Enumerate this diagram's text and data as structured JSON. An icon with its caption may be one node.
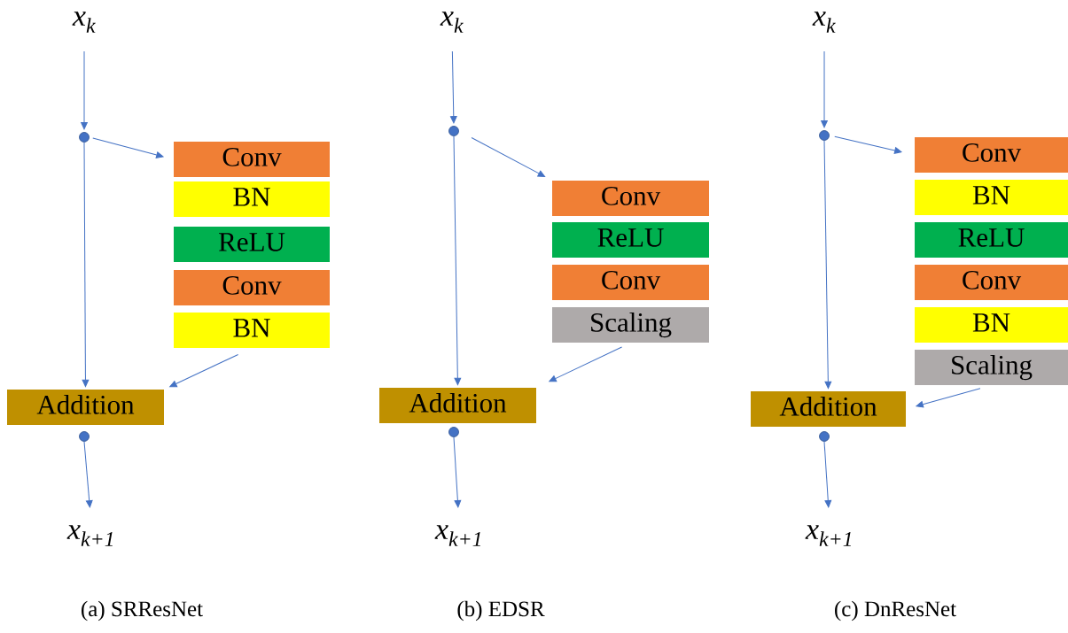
{
  "diagram": {
    "nodes": [
      {
        "text": [
          "x$_{k}$"
        ]
      },
      {
        "text": [],
        "shape": "circle"
      },
      {
        "text": [
          "Conv"
        ]
      },
      {
        "text": [
          "BN"
        ]
      },
      {
        "text": [
          "ReLU"
        ]
      },
      {
        "text": [
          "Conv"
        ]
      },
      {
        "text": [
          "BN"
        ]
      },
      {
        "text": [
          "Addition"
        ]
      },
      {
        "text": [],
        "shape": "circle"
      },
      {
        "text": [
          "x$_{k+1}$"
        ]
      },
      {
        "text": [
          "x$_{k}$"
        ]
      },
      {
        "text": [],
        "shape": "circle"
      },
      {
        "text": [
          "Conv"
        ]
      },
      {
        "text": [
          "ReLU"
        ]
      },
      {
        "text": [
          "Conv"
        ]
      },
      {
        "text": [
          "Scaling"
        ]
      },
      {
        "text": [
          "Addition"
        ]
      },
      {
        "text": [],
        "shape": "circle"
      },
      {
        "text": [
          "x$_{k+1}$"
        ]
      },
      {
        "text": [
          "x$_{k}$"
        ]
      },
      {
        "text": [],
        "shape": "circle"
      },
      {
        "text": [
          "Conv"
        ]
      },
      {
        "text": [
          "BN"
        ]
      },
      {
        "text": [
          "ReLU"
        ]
      },
      {
        "text": [
          "Conv"
        ]
      },
      {
        "text": [
          "BN"
        ]
      },
      {
        "text": [
          "Scaling"
        ]
      },
      {
        "text": [
          "Addition"
        ]
      },
      {
        "text": [],
        "shape": "circle"
      },
      {
        "text": [
          "x$_{k+1}$"
        ]
      }
    ],
    "edges": [
      {
        "from": 0,
        "to": 1,
        "arrow": "to"
      },
      {
        "from": 1,
        "to": 2,
        "arrow": "to"
      },
      {
        "from": 1,
        "to": 7,
        "arrow": "to"
      },
      {
        "from": 6,
        "to": 7,
        "arrow": "to"
      },
      {
        "from": 8,
        "to": 9,
        "arrow": "to"
      },
      {
        "from": 10,
        "to": 11,
        "arrow": "to"
      },
      {
        "from": 11,
        "to": 12,
        "arrow": "to"
      },
      {
        "from": 11,
        "to": 16,
        "arrow": "to"
      },
      {
        "from": 15,
        "to": 16,
        "arrow": "to"
      },
      {
        "from": 17,
        "to": 18,
        "arrow": "to"
      },
      {
        "from": 19,
        "to": 20,
        "arrow": "to"
      },
      {
        "from": 20,
        "to": 21,
        "arrow": "to"
      },
      {
        "from": 20,
        "to": 27,
        "arrow": "to"
      },
      {
        "from": 26,
        "to": 27,
        "arrow": "to"
      },
      {
        "from": 28,
        "to": 29,
        "arrow": "to"
      }
    ],
    "labels": [
      "(a) SRResNet",
      "(b) EDSR",
      "(c) DnResNet"
    ]
  }
}
